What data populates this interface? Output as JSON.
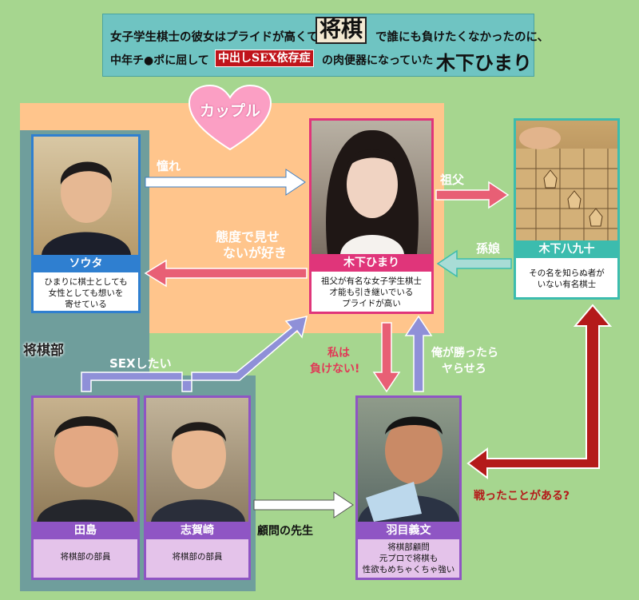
{
  "banner": {
    "line1a": "女子学生棋士の彼女はプライドが高くて",
    "line1b": "将棋",
    "line1c": "で誰にも負けたくなかったのに、",
    "line2a": "中年チ●ポに屈して",
    "line2b": "中出しSEX依存症",
    "line2c": "の肉便器になっていた",
    "line2d": "木下ひまり"
  },
  "zones": {
    "couple": "カップル",
    "club": "将棋部"
  },
  "people": {
    "souta": {
      "name": "ソウタ",
      "desc": [
        "ひまりに棋士としても",
        "女性としても想いを",
        "寄せている"
      ]
    },
    "himari": {
      "name": "木下ひまり",
      "desc": [
        "祖父が有名な女子学生棋士",
        "才能も引き継いでいる",
        "プライドが高い"
      ]
    },
    "grandpa": {
      "name": "木下八九十",
      "desc": [
        "その名を知らぬ者が",
        "いない有名棋士"
      ]
    },
    "tajima": {
      "name": "田島",
      "desc": [
        "将棋部の部員"
      ]
    },
    "shigasaki": {
      "name": "志賀崎",
      "desc": [
        "将棋部の部員"
      ]
    },
    "hanyu": {
      "name": "羽目義文",
      "desc": [
        "将棋部顧問",
        "元プロで将棋も",
        "性欲もめちゃくちゃ強い"
      ]
    }
  },
  "relations": {
    "akogare": "憧れ",
    "taido1": "態度で見せ",
    "taido2": "ないが好き",
    "sofu": "祖父",
    "magomusume": "孫娘",
    "sexshitai": "SEXしたい",
    "watashi1": "私は",
    "watashi2": "負けない!",
    "ore1": "俺が勝ったら",
    "ore2": "ヤらせろ",
    "komon": "顧問の先生",
    "tatakatta": "戦ったことがある?"
  },
  "colors": {
    "bg": "#a6d68f",
    "couple_zone": "#ffc58c",
    "club_zone": "#6f9e9c",
    "blue": "#2f7fd0",
    "pink": "#e0357a",
    "teal": "#3cbcae",
    "purple": "#8f55c4",
    "arrow_pink": "#e85f75",
    "arrow_lav": "#8f90d8",
    "arrow_white": "#ffffff",
    "arrow_red": "#b41a1a"
  }
}
